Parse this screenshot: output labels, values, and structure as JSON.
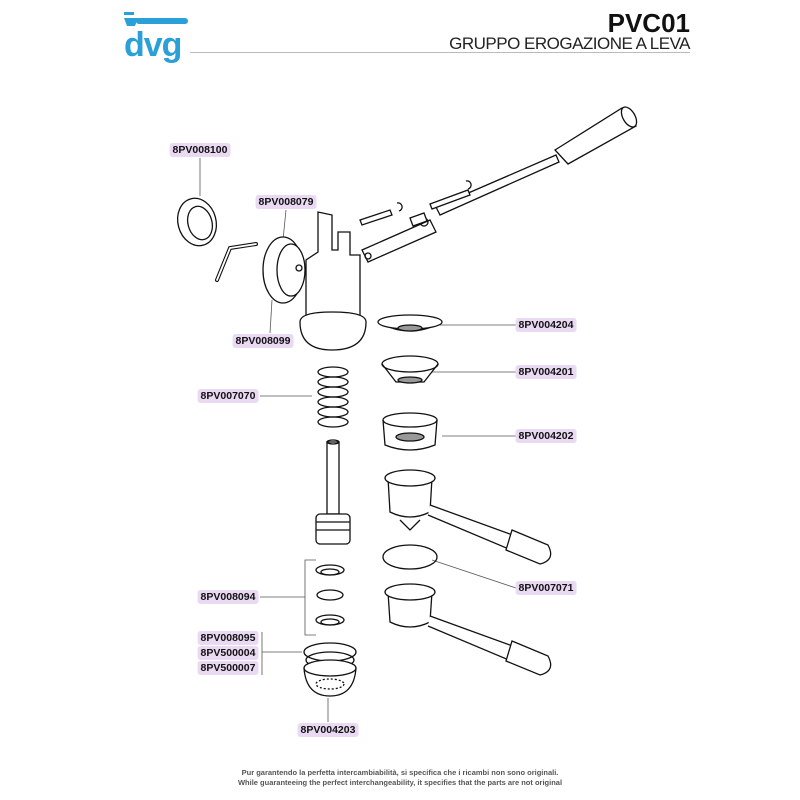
{
  "header": {
    "brand": "dvg",
    "code": "PVC01",
    "title": "GRUPPO EROGAZIONE A LEVA"
  },
  "parts": [
    {
      "id": "p1",
      "code": "8PV008100"
    },
    {
      "id": "p2",
      "code": "8PV008079"
    },
    {
      "id": "p3",
      "code": "8PV008099"
    },
    {
      "id": "p4",
      "code": "8PV004204"
    },
    {
      "id": "p5",
      "code": "8PV004201"
    },
    {
      "id": "p6",
      "code": "8PV007070"
    },
    {
      "id": "p7",
      "code": "8PV004202"
    },
    {
      "id": "p8",
      "code": "8PV007071"
    },
    {
      "id": "p9",
      "code": "8PV008094"
    },
    {
      "id": "p10",
      "code": "8PV008095"
    },
    {
      "id": "p11",
      "code": "8PV500004"
    },
    {
      "id": "p12",
      "code": "8PV500007"
    },
    {
      "id": "p13",
      "code": "8PV004203"
    }
  ],
  "footer": {
    "line_it": "Pur garantendo la perfetta intercambiabilità, si specifica che i ricambi non sono originali.",
    "line_en": "While guaranteeing the perfect interchangeability, it specifies that the parts are not original"
  }
}
